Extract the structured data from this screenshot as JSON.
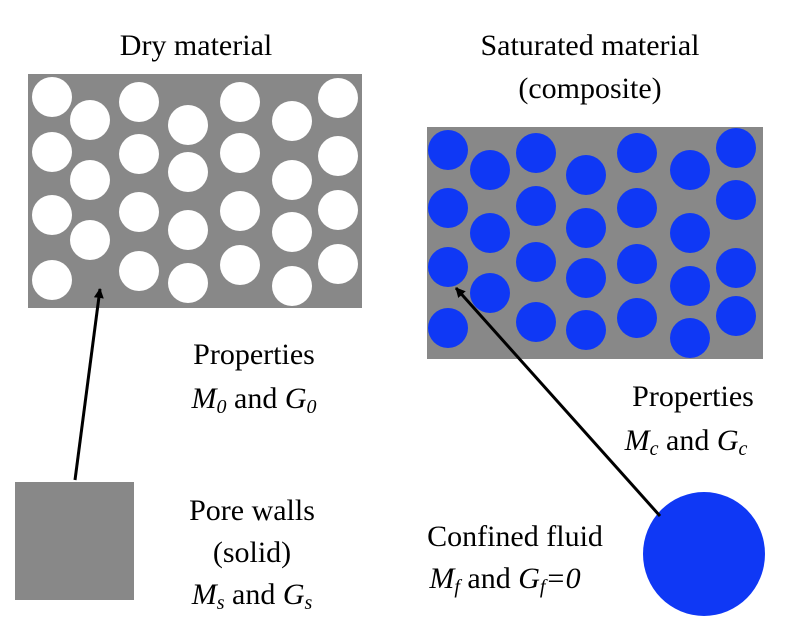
{
  "colors": {
    "matrix_gray": "#888888",
    "fluid_blue": "#0f38f5",
    "pore_white": "#ffffff",
    "arrow": "#000000"
  },
  "dry": {
    "title": "Dry material",
    "props_heading": "Properties",
    "props_M": "M",
    "props_M_sub": "0",
    "props_and": " and ",
    "props_G": "G",
    "props_G_sub": "0"
  },
  "saturated": {
    "title_line1": "Saturated material",
    "title_line2": "(composite)",
    "props_heading": "Properties",
    "props_M": "M",
    "props_M_sub": "c",
    "props_and": " and ",
    "props_G": "G",
    "props_G_sub": "c"
  },
  "pore_walls": {
    "line1": "Pore walls",
    "line2": "(solid)",
    "props_M": "M",
    "props_M_sub": "s",
    "props_and": " and ",
    "props_G": "G",
    "props_G_sub": "s"
  },
  "fluid": {
    "line1": "Confined fluid",
    "props_M": "M",
    "props_M_sub": "f",
    "props_and": " and ",
    "props_G": "G",
    "props_G_sub": "f",
    "props_G_value": "=0"
  }
}
